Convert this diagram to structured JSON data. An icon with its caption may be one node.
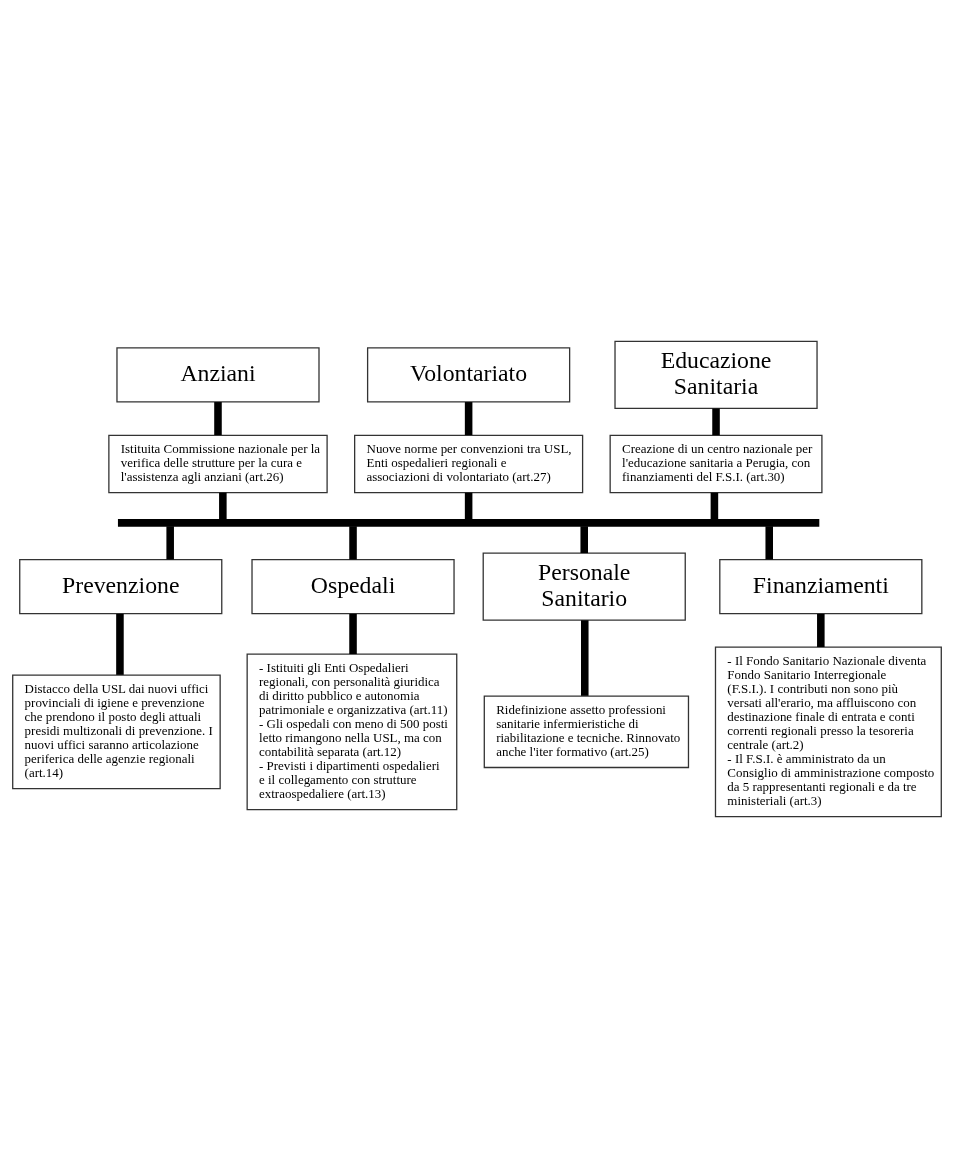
{
  "diagram": {
    "nodes": [
      {
        "text": [
          "Anziani"
        ]
      },
      {
        "text": [
          "Istituita Commissione nazionale per la verifica delle strutture per la cura e l'assistenza agli anziani (art.26)"
        ]
      },
      {
        "text": [
          "Volontariato"
        ]
      },
      {
        "text": [
          "Nuove norme per convenzioni tra USL, Enti ospedalieri regionali e associazioni di volontariato (art.27)"
        ]
      },
      {
        "text": [
          "Educazione Sanitaria"
        ]
      },
      {
        "text": [
          "Creazione di un centro nazionale per l'educazione sanitaria a Perugia, con finanziamenti del F.S.I. (art.30)"
        ]
      },
      {
        "text": [],
        "shape": "bar"
      },
      {
        "text": [
          "Prevenzione"
        ]
      },
      {
        "text": [
          "Distacco della USL dai nuovi uffici provinciali di igiene e prevenzione che prendono il posto degli attuali presidi multizonali di prevenzione. I nuovi uffici saranno articolazione periferica delle agenzie regionali (art.14)"
        ]
      },
      {
        "text": [
          "Ospedali"
        ]
      },
      {
        "text": [
          "- Istituiti gli Enti Ospedalieri regionali, con personalità giuridica di diritto pubblico e autonomia patrimoniale e organizzativa (art.11)",
          "- Gli ospedali con meno di 500 posti letto rimangono nella USL, ma con contabilità separata (art.12)",
          "- Previsti i dipartimenti ospedalieri e il collegamento con strutture extraospedaliere (art.13)"
        ]
      },
      {
        "text": [
          "Personale Sanitario"
        ]
      },
      {
        "text": [
          "Ridefinizione assetto professioni sanitarie infermieristiche di riabilitazione e tecniche. Rinnovato anche l'iter formativo (art.25)"
        ]
      },
      {
        "text": [
          "Finanziamenti"
        ]
      },
      {
        "text": [
          "- Il Fondo Sanitario Nazionale diventa Fondo Sanitario Interregionale (F.S.I.). I contributi non sono più versati all'erario, ma affluiscono con destinazione finale di entrata e conti correnti regionali presso la tesoreria centrale (art.2)",
          "- Il F.S.I. è amministrato da un Consiglio di amministrazione composto da 5 rappresentanti regionali e da tre ministeriali (art.3)"
        ]
      }
    ],
    "edges": [
      {
        "from": 0,
        "to": 1,
        "arrow": "none"
      },
      {
        "from": 2,
        "to": 3,
        "arrow": "none"
      },
      {
        "from": 4,
        "to": 5,
        "arrow": "none"
      },
      {
        "from": 1,
        "to": 6,
        "arrow": "none"
      },
      {
        "from": 3,
        "to": 6,
        "arrow": "none"
      },
      {
        "from": 5,
        "to": 6,
        "arrow": "none"
      },
      {
        "from": 6,
        "to": 7,
        "arrow": "none"
      },
      {
        "from": 7,
        "to": 8,
        "arrow": "none"
      },
      {
        "from": 6,
        "to": 9,
        "arrow": "none"
      },
      {
        "from": 6,
        "to": 11,
        "arrow": "none"
      },
      {
        "from": 6,
        "to": 13,
        "arrow": "none"
      },
      {
        "from": 9,
        "to": 10,
        "arrow": "none"
      },
      {
        "from": 11,
        "to": 12,
        "arrow": "none"
      },
      {
        "from": 13,
        "to": 14,
        "arrow": "none"
      }
    ]
  }
}
